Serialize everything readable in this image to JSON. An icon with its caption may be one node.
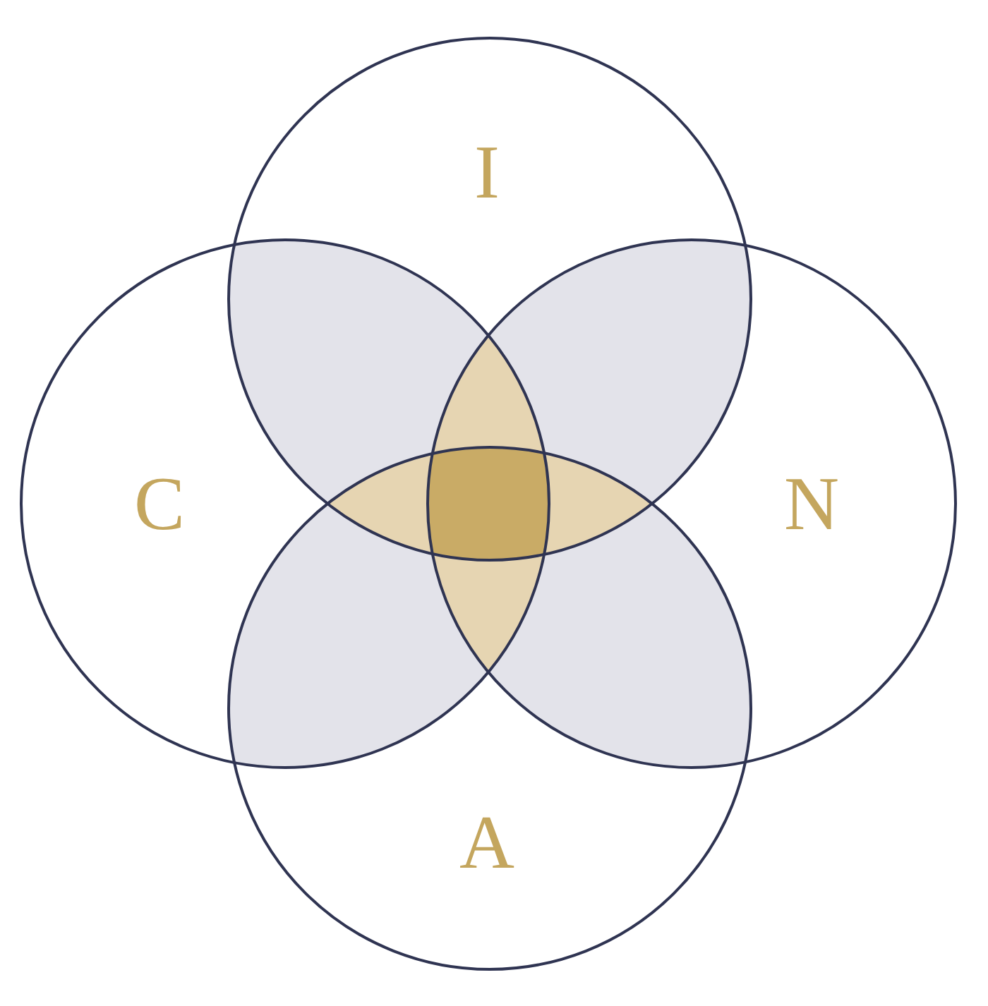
{
  "diagram": {
    "nodes": [
      {
        "text": [
          "I"
        ]
      },
      {
        "text": [
          "C"
        ]
      },
      {
        "text": [
          "N"
        ]
      },
      {
        "text": [
          "A"
        ]
      }
    ]
  }
}
